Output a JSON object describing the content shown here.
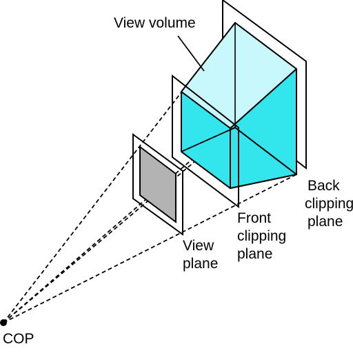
{
  "labels": {
    "view_volume": "View volume",
    "back_line1": "Back",
    "back_line2": "clipping",
    "back_line3": "plane",
    "front_line1": "Front",
    "front_line2": "clipping",
    "front_line3": "plane",
    "view_line1": "View",
    "view_line2": "plane",
    "cop": "COP"
  },
  "colors": {
    "volume_fill": "#33e6ee",
    "volume_top_fill": "#c8f8fb",
    "window_fill": "#b3b3b3",
    "stroke": "#000000"
  }
}
